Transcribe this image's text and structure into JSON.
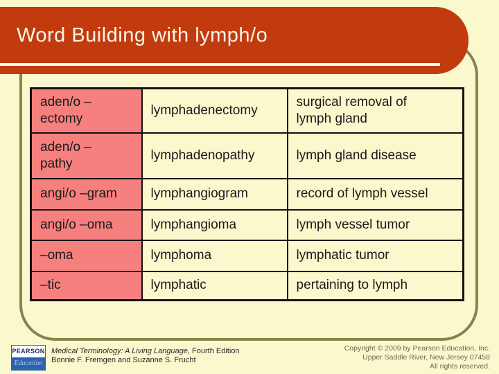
{
  "colors": {
    "page_background": "#FBF8CE",
    "banner_red": "#C23B0E",
    "word_part_pink": "#F5807E",
    "panel_olive": "#84854A",
    "logo_blue": "#2E62AE"
  },
  "title": "Word Building with lymph/o",
  "table": {
    "rows": [
      {
        "word_part": "aden/o –\nectomy",
        "term": "lymphadenectomy",
        "definition": "surgical removal of\nlymph gland"
      },
      {
        "word_part": "aden/o –\npathy",
        "term": "lymphadenopathy",
        "definition": "lymph gland disease"
      },
      {
        "word_part": "angi/o –gram",
        "term": "lymphangiogram",
        "definition": "record of lymph vessel"
      },
      {
        "word_part": "angi/o –oma",
        "term": "lymphangioma",
        "definition": "lymph vessel tumor"
      },
      {
        "word_part": "–oma",
        "term": "lymphoma",
        "definition": "lymphatic tumor"
      },
      {
        "word_part": "–tic",
        "term": "lymphatic",
        "definition": "pertaining to lymph"
      }
    ]
  },
  "footer": {
    "logo": {
      "line1": "PEARSON",
      "line2": "Education"
    },
    "citation": {
      "book_title": "Medical Terminology: A Living Language,",
      "edition": " Fourth Edition",
      "authors": "Bonnie F. Fremgen and Suzanne S. Frucht"
    },
    "copyright": [
      "Copyright © 2009 by Pearson Education, Inc.",
      "Upper Saddle River, New Jersey 07458",
      "All rights reserved."
    ]
  }
}
